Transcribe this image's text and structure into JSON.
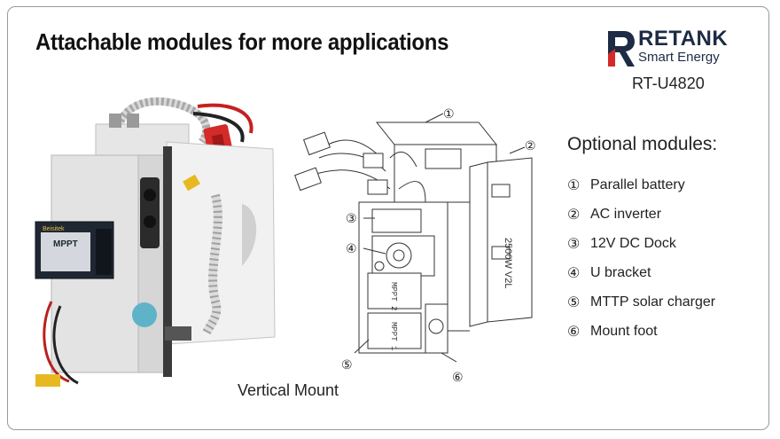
{
  "header": {
    "title": "Attachable modules for more applications"
  },
  "logo": {
    "brand": "RETANK",
    "tagline": "Smart Energy",
    "model": "RT-U4820",
    "colors": {
      "navy": "#1d2b44",
      "red": "#d62828"
    }
  },
  "photo": {
    "label_brand": "Beisitek",
    "label_mppt": "MPPT",
    "caption": "Vertical Mount"
  },
  "diagram": {
    "callouts": [
      "①",
      "②",
      "③",
      "④",
      "⑤",
      "⑥"
    ],
    "inverter_text": "2500W V2L",
    "mppt_labels": [
      "MPPT 2",
      "MPPT 1"
    ]
  },
  "options": {
    "heading": "Optional modules:",
    "items": [
      {
        "num": "①",
        "label": "Parallel battery"
      },
      {
        "num": "②",
        "label": "AC inverter"
      },
      {
        "num": "③",
        "label": "12V DC Dock"
      },
      {
        "num": "④",
        "label": "U bracket"
      },
      {
        "num": "⑤",
        "label": "MTTP solar charger"
      },
      {
        "num": "⑥",
        "label": "Mount foot"
      }
    ]
  }
}
